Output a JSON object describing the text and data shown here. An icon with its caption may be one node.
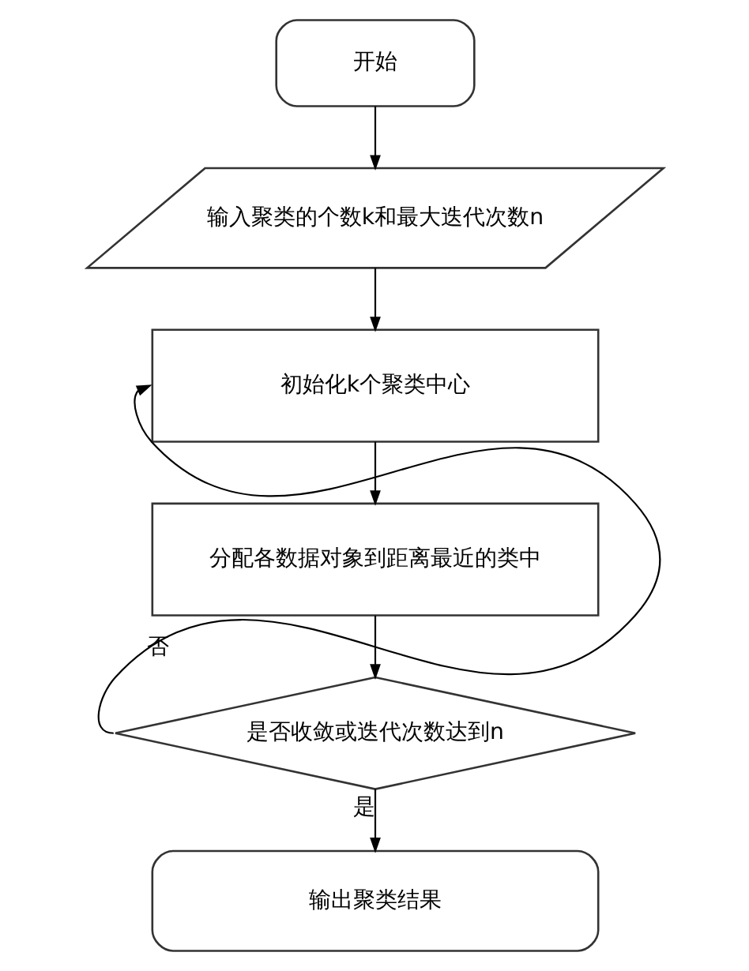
{
  "diagram": {
    "nodes": [
      {
        "text": [
          "开始"
        ]
      },
      {
        "text": [
          "输入聚类的个数k和最大迭代次数n"
        ]
      },
      {
        "text": [
          "初始化k个聚类中心"
        ]
      },
      {
        "text": [
          "分配各数据对象到距离最近的类中"
        ]
      },
      {
        "text": [
          "是否收敛或迭代次数达到n"
        ]
      },
      {
        "text": [
          "输出聚类结果"
        ]
      }
    ],
    "edges": [
      {
        "from": 0,
        "to": 1,
        "arrow": "to"
      },
      {
        "from": 1,
        "to": 2,
        "arrow": "to"
      },
      {
        "from": 2,
        "to": 3,
        "arrow": "to"
      },
      {
        "from": 3,
        "to": 4,
        "arrow": "to"
      },
      {
        "from": 4,
        "to": 2,
        "arrow": "to",
        "label": "否"
      },
      {
        "from": 4,
        "to": 5,
        "arrow": "to",
        "label": "是"
      }
    ]
  }
}
